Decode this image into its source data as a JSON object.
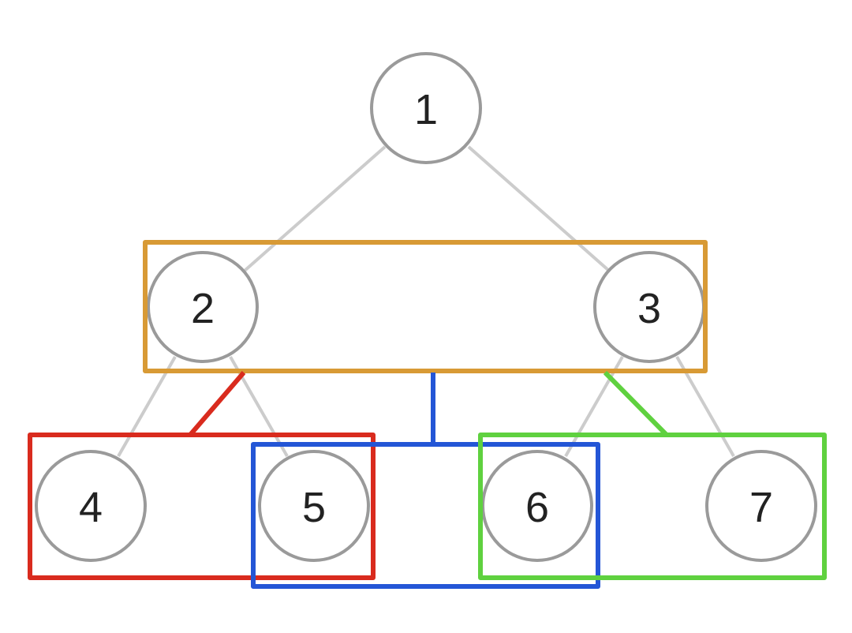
{
  "tree": {
    "nodes": [
      {
        "id": "1",
        "label": "1"
      },
      {
        "id": "2",
        "label": "2"
      },
      {
        "id": "3",
        "label": "3"
      },
      {
        "id": "4",
        "label": "4"
      },
      {
        "id": "5",
        "label": "5"
      },
      {
        "id": "6",
        "label": "6"
      },
      {
        "id": "7",
        "label": "7"
      }
    ],
    "edges": [
      [
        "1",
        "2"
      ],
      [
        "1",
        "3"
      ],
      [
        "2",
        "4"
      ],
      [
        "2",
        "5"
      ],
      [
        "3",
        "6"
      ],
      [
        "3",
        "7"
      ]
    ]
  },
  "groups": [
    {
      "name": "group-2-3",
      "members": [
        "2",
        "3"
      ],
      "color": "#D89A35"
    },
    {
      "name": "group-4-5",
      "members": [
        "4",
        "5"
      ],
      "color": "#D92B1E"
    },
    {
      "name": "group-5-6",
      "members": [
        "5",
        "6"
      ],
      "color": "#2456D6"
    },
    {
      "name": "group-6-7",
      "members": [
        "6",
        "7"
      ],
      "color": "#5FD13F"
    }
  ],
  "colors": {
    "edge": "#CCCCCC",
    "node_border": "#9A9A9A",
    "node_text": "#222222"
  }
}
